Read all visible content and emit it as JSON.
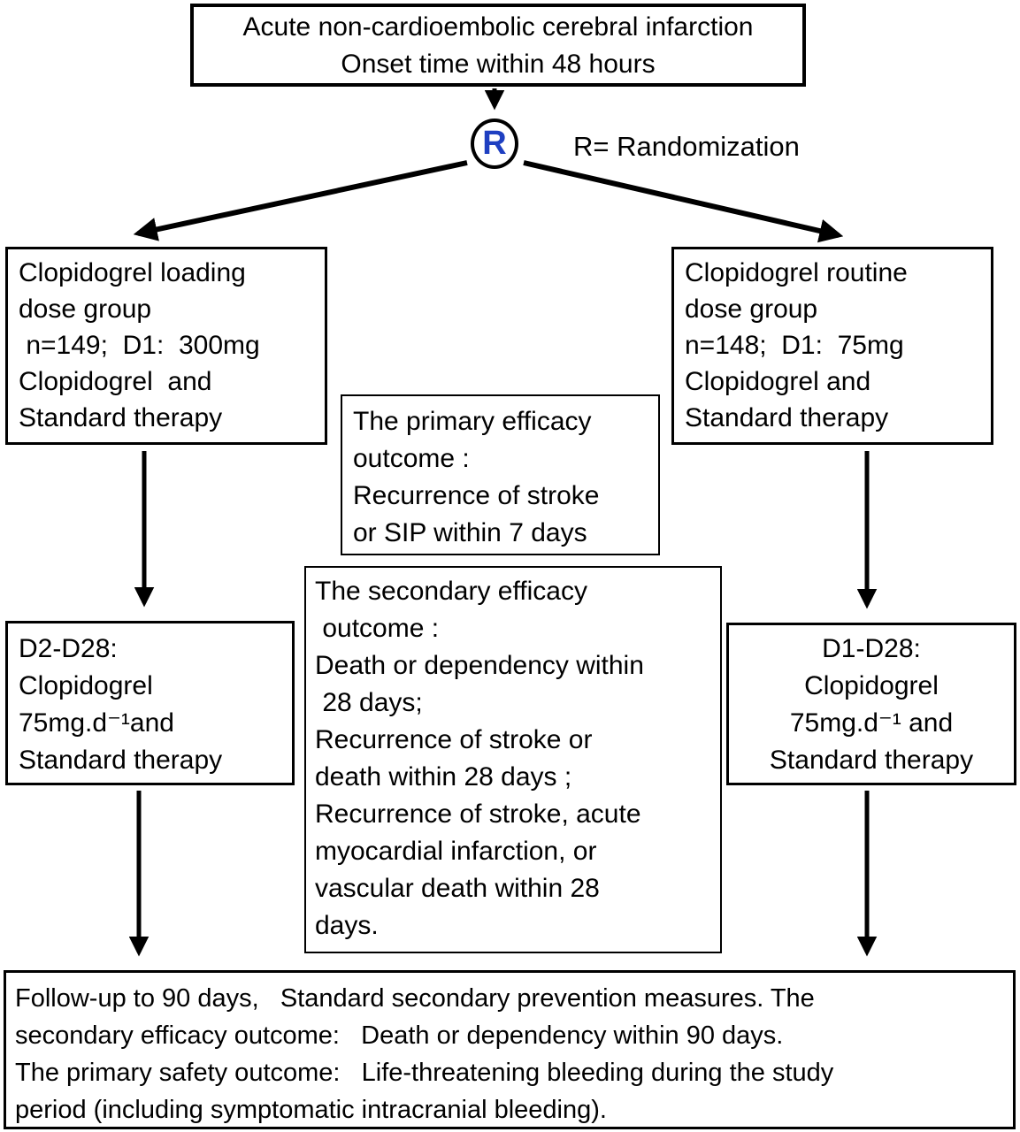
{
  "diagram": {
    "title_box": {
      "lines": [
        "Acute non-cardioembolic cerebral infarction",
        "Onset time within 48 hours"
      ]
    },
    "randomization": {
      "symbol": "R",
      "legend": "R= Randomization",
      "symbol_color": "#1e3fc1"
    },
    "loading_dose_box": {
      "lines": [
        "Clopidogrel loading",
        "dose group",
        " n=149;  D1:  300mg",
        "Clopidogrel  and",
        "Standard therapy"
      ]
    },
    "routine_dose_box": {
      "lines": [
        "Clopidogrel routine",
        "dose group",
        "n=148;  D1:  75mg",
        "Clopidogrel and",
        "Standard therapy"
      ]
    },
    "primary_outcome_box": {
      "lines": [
        "The primary efficacy",
        "outcome :",
        "Recurrence of stroke",
        "or SIP within 7 days"
      ]
    },
    "secondary_outcome_box": {
      "lines": [
        "The secondary efficacy",
        " outcome :",
        "Death or dependency within",
        " 28 days;",
        "Recurrence of stroke or",
        "death within 28 days ;",
        "Recurrence of stroke, acute",
        "myocardial infarction, or",
        "vascular death within 28",
        "days."
      ]
    },
    "loading_maintenance_box": {
      "lines": [
        "D2-D28:",
        "Clopidogrel",
        "75mg.d⁻¹and",
        "Standard therapy"
      ]
    },
    "routine_maintenance_box": {
      "lines": [
        "D1-D28:",
        "Clopidogrel",
        "75mg.d⁻¹ and",
        "Standard therapy"
      ]
    },
    "followup_box": {
      "lines": [
        "Follow-up to 90 days,   Standard secondary prevention measures. The",
        "secondary efficacy outcome:   Death or dependency within 90 days.",
        "The primary safety outcome:   Life-threatening bleeding during the study",
        "period (including symptomatic intracranial bleeding)."
      ]
    },
    "colors": {
      "border": "#000000",
      "background": "#ffffff",
      "arrow": "#000000"
    }
  }
}
